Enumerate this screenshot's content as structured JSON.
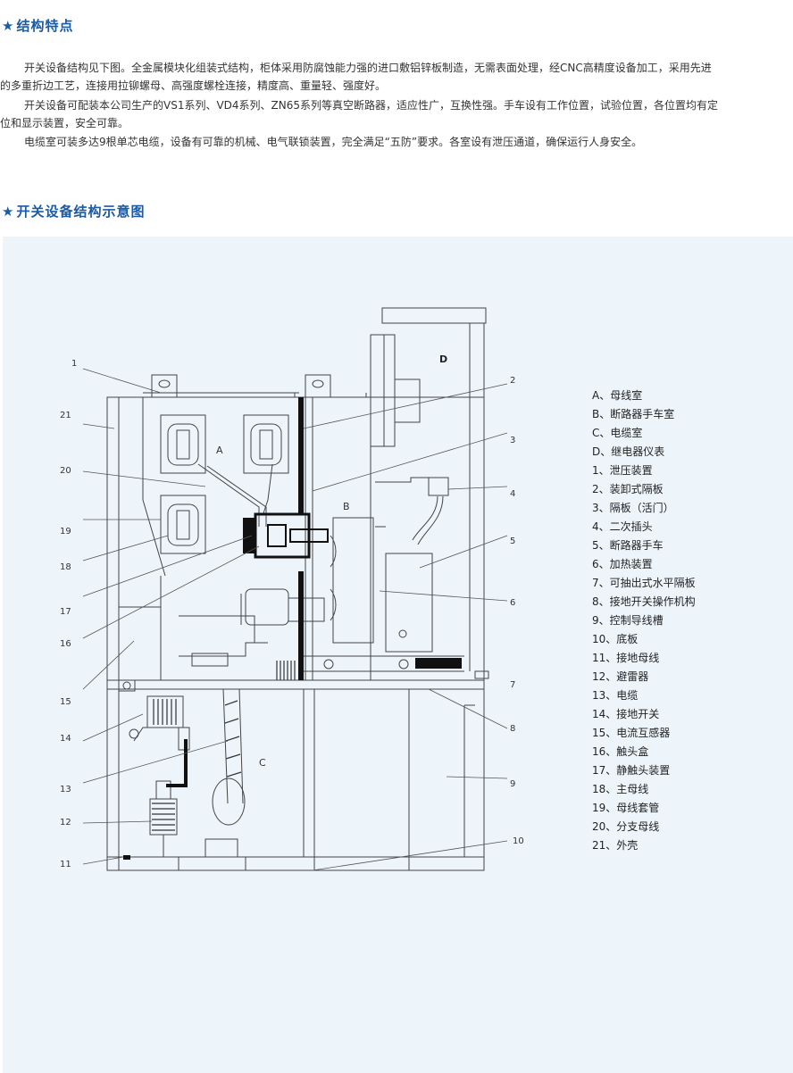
{
  "section1": {
    "star": "★",
    "title": "结构特点",
    "paragraphs": [
      "开关设备结构见下图。全金属模块化组装式结构，柜体采用防腐蚀能力强的进口敷铝锌板制造，无需表面处理，经CNC高精度设备加工，采用先进",
      "的多重折边工艺，连接用拉铆螺母、高强度螺栓连接，精度高、重量轻、强度好。",
      "开关设备可配装本公司生产的VS1系列、VD4系列、ZN65系列等真空断路器，适应性广，互换性强。手车设有工作位置，试验位置，各位置均有定",
      "位和显示装置，安全可靠。",
      "电缆室可装多达9根单芯电缆，设备有可靠的机械、电气联锁装置，完全满足“五防”要求。各室设有泄压通道，确保运行人身安全。"
    ]
  },
  "section2": {
    "star": "★",
    "title": "开关设备结构示意图"
  },
  "diagram": {
    "zone_labels": [
      "A",
      "B",
      "C",
      "D"
    ],
    "left_numbers": [
      "1",
      "21",
      "20",
      "19",
      "18",
      "17",
      "16",
      "15",
      "14",
      "13",
      "12",
      "11"
    ],
    "right_numbers": [
      "2",
      "3",
      "4",
      "5",
      "6",
      "7",
      "8",
      "9",
      "10"
    ],
    "legend": [
      "A、母线室",
      "B、断路器手车室",
      "C、电缆室",
      "D、继电器仪表",
      "1、泄压装置",
      "2、装卸式隔板",
      "3、隔板（活门）",
      "4、二次插头",
      "5、断路器手车",
      "6、加热装置",
      "7、可抽出式水平隔板",
      "8、接地开关操作机构",
      "9、控制导线槽",
      "10、底板",
      "11、接地母线",
      "12、避雷器",
      "13、电缆",
      "14、接地开关",
      "15、电流互感器",
      "16、触头盒",
      "17、静触头装置",
      "18、主母线",
      "19、母线套管",
      "20、分支母线",
      "21、外壳"
    ]
  }
}
